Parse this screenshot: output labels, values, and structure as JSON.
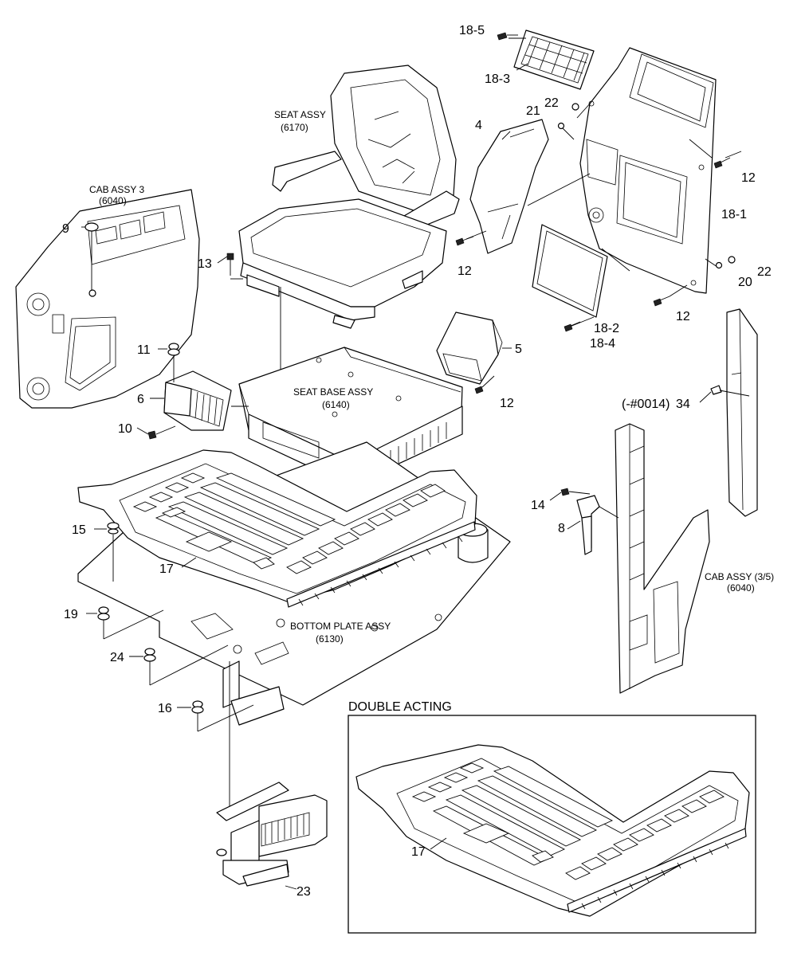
{
  "callouts": {
    "c18_5": "18-5",
    "c18_3": "18-3",
    "c22_top": "22",
    "c21": "21",
    "c4": "4",
    "c12_right_top": "12",
    "c18_1": "18-1",
    "c12_mid": "12",
    "c22_right": "22",
    "c20": "20",
    "c12_right_low": "12",
    "c18_2": "18-2",
    "c18_4": "18-4",
    "c5": "5",
    "c12_seatbase": "12",
    "c9": "9",
    "c13": "13",
    "c11": "11",
    "c6": "6",
    "c10": "10",
    "c34": "34",
    "c14": "14",
    "c8": "8",
    "c15": "15",
    "c17": "17",
    "c19": "19",
    "c24": "24",
    "c16": "16",
    "c23": "23",
    "c17_inset": "17"
  },
  "assemblies": {
    "seat_line1": "SEAT ASSY",
    "seat_line2": "(6170)",
    "cab3_line1": "CAB ASSY 3",
    "cab3_line2": "(6040)",
    "seatbase_line1": "SEAT BASE ASSY",
    "seatbase_line2": "(6140)",
    "bottom_line1": "BOTTOM PLATE ASSY",
    "bottom_line2": "(6130)",
    "cab35_line1": "CAB ASSY (3/5)",
    "cab35_line2": "(6040)",
    "serial_note": "(-#0014)"
  },
  "inset": {
    "title": "DOUBLE ACTING"
  }
}
